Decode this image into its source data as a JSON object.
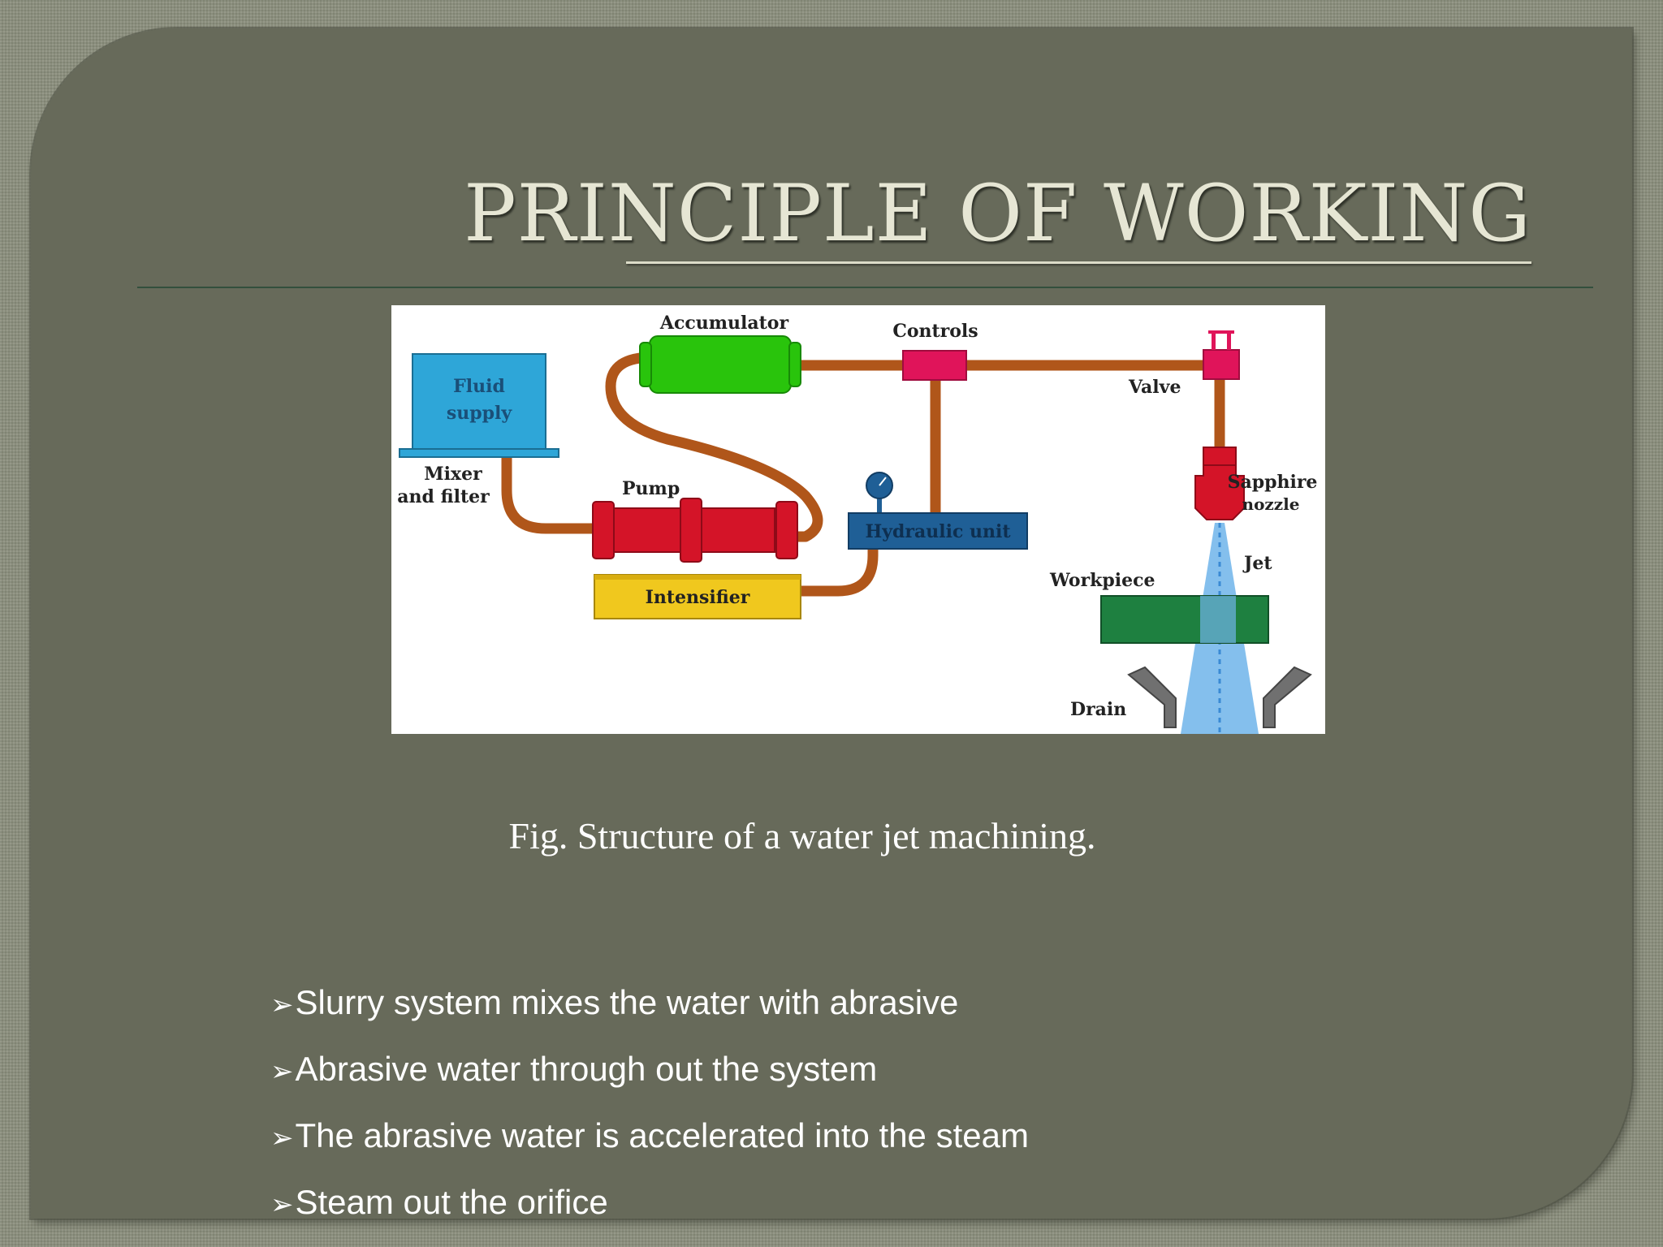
{
  "slide": {
    "title": "PRINCIPLE OF WORKING",
    "caption": "Fig. Structure of a water jet machining.",
    "bullet_icon": "arrowhead-bullet-icon",
    "bullets": [
      "Slurry system mixes the water with abrasive",
      "Abrasive water through out the system",
      "The abrasive water is accelerated into the steam",
      "Steam out the orifice"
    ]
  },
  "diagram": {
    "labels": {
      "accumulator": "Accumulator",
      "controls": "Controls",
      "fluid_supply_line1": "Fluid",
      "fluid_supply_line2": "supply",
      "mixer_line1": "Mixer",
      "mixer_line2": "and filter",
      "pump": "Pump",
      "hydraulic_unit": "Hydraulic unit",
      "intensifier": "Intensifier",
      "valve": "Valve",
      "sapphire_line1": "Sapphire",
      "sapphire_line2": "nozzle",
      "jet": "Jet",
      "workpiece": "Workpiece",
      "drain": "Drain"
    },
    "colors": {
      "pipe": "#b0561a",
      "fluid_supply": "#2ea6d8",
      "accumulator": "#29c40c",
      "pump": "#d41428",
      "valve_controls": "#e0145a",
      "hydraulic_unit": "#1f5f96",
      "intensifier": "#f0c81e",
      "workpiece": "#1e8040",
      "jet": "#6fb4ea",
      "drain": "#707070"
    }
  }
}
